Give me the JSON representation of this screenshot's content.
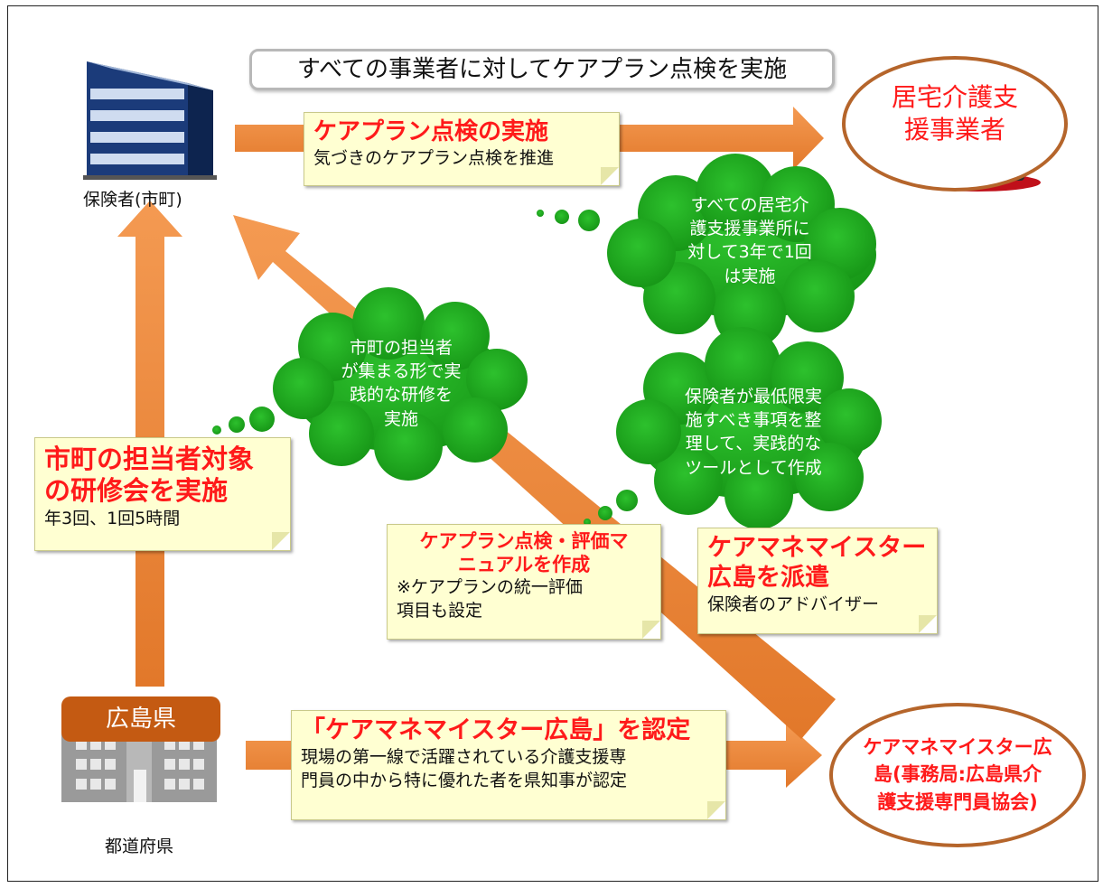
{
  "banner": "すべての事業者に対してケアプラン点検を実施",
  "insurer": {
    "label": "保険者(市町)",
    "icon": "office-building-icon"
  },
  "provider": {
    "line1": "居宅介護支",
    "line2": "援事業者",
    "icon": "meeting-people-icon"
  },
  "prefecture": {
    "badge": "広島県",
    "label": "都道府県",
    "icon": "government-building-icon"
  },
  "meister": {
    "line1": "ケアマネマイスター広",
    "line2": "島(事務局:広島県介",
    "line3": "護支援専門員協会)"
  },
  "notes": {
    "careplan_check": {
      "title": "ケアプラン点検の実施",
      "body": "気づきのケアプラン点検を推進"
    },
    "training": {
      "title1": "市町の担当者対象",
      "title2": "の研修会を実施",
      "body": "年3回、1回5時間"
    },
    "manual": {
      "title1": "ケアプラン点検・評価マ",
      "title2": "ニュアルを作成",
      "body1": "※ケアプランの統一評価",
      "body2": "項目も設定"
    },
    "dispatch": {
      "title1": "ケアマネマイスター",
      "title2": "広島を派遣",
      "body": "保険者のアドバイザー"
    },
    "certify": {
      "title": "「ケアマネマイスター広島」を認定",
      "body1": "現場の第一線で活躍されている介護支援専",
      "body2": "門員の中から特に優れた者を県知事が認定"
    }
  },
  "clouds": {
    "c1": [
      "すべての居宅介",
      "護支援事業所に",
      "対して3年で1回",
      "は実施"
    ],
    "c2": [
      "市町の担当者",
      "が集まる形で実",
      "践的な研修を",
      "実施"
    ],
    "c3": [
      "保険者が最低限実",
      "施すべき事項を整",
      "理して、実践的な",
      "ツールとして作成"
    ]
  },
  "colors": {
    "arrow": "#ee8a3a",
    "cloud": "#1fa31f",
    "accent_red": "#ff1a1a",
    "badge": "#c45a12",
    "oval_border": "#b5652b"
  }
}
